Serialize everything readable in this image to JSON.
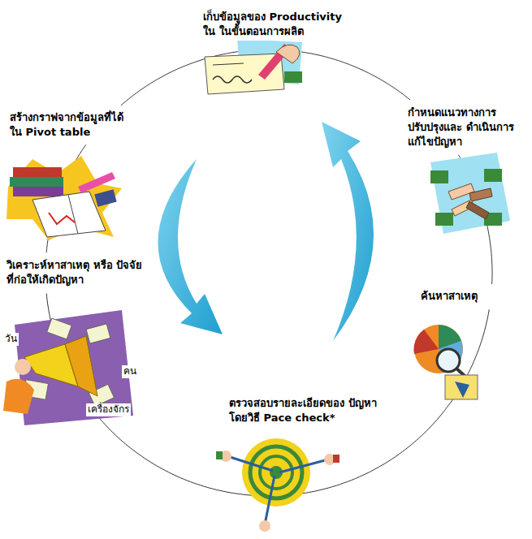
{
  "diagram": {
    "nodes": [
      {
        "text": [
          "เก็บข้อมูลของ Productivity ใน ในขั้นตอนการผลิต"
        ]
      },
      {
        "text": [
          "สร้างกราฟจากข้อมูลที่ได้ ใน Pivot table"
        ]
      },
      {
        "text": [
          "วิเคราะห์หาสาเหตุ หรือ ปัจจัย ที่ก่อให้เกิดปัญหา"
        ]
      },
      {
        "text": [
          "ตรวจสอบรายละเอียดของ ปัญหาโดยวิธี Pace check*"
        ]
      },
      {
        "text": [
          "ค้นหาสาเหตุ"
        ]
      },
      {
        "text": [
          "กำหนดแนวทางการปรับปรุงและ ดำเนินการแก้ไขปัญหา"
        ]
      }
    ],
    "edges": [
      {
        "from": 0,
        "to": 1,
        "arrow": "none"
      },
      {
        "from": 1,
        "to": 2,
        "arrow": "none"
      },
      {
        "from": 2,
        "to": 3,
        "arrow": "none"
      },
      {
        "from": 3,
        "to": 4,
        "arrow": "none"
      },
      {
        "from": 4,
        "to": 5,
        "arrow": "none"
      },
      {
        "from": 5,
        "to": 0,
        "arrow": "none"
      }
    ],
    "labels": [
      "วัน",
      "คน",
      "เครื่องจักร"
    ]
  }
}
